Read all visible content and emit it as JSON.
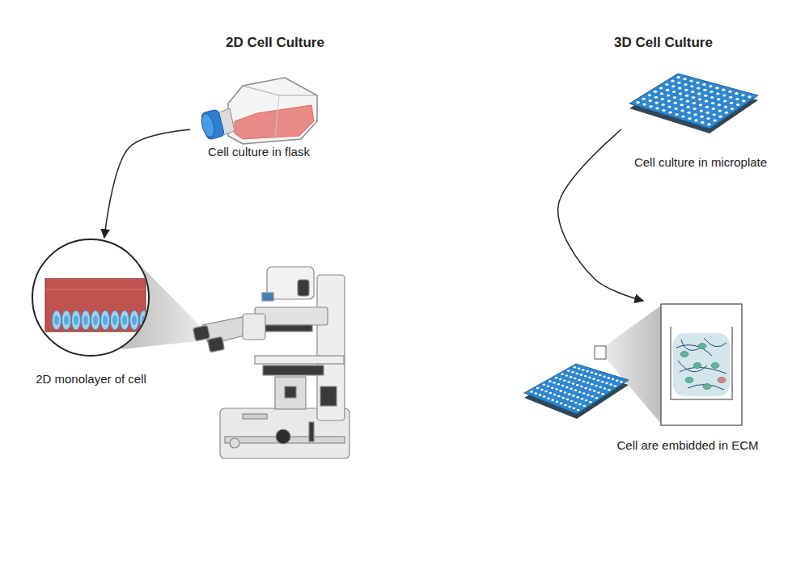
{
  "diagram": {
    "nodes": [
      {
        "text": [
          "Cell culture in flask"
        ]
      },
      {
        "text": [
          "2D monolayer of cell"
        ]
      },
      {
        "text": [
          "Cell culture in microplate"
        ]
      },
      {
        "text": [
          "Cell are embidded in ECM"
        ]
      }
    ],
    "edges": [
      {
        "from": 0,
        "to": 1,
        "arrow": "to"
      },
      {
        "from": 2,
        "to": 3,
        "arrow": "to"
      }
    ],
    "labels": [
      "2D Cell Culture",
      "3D Cell Culture"
    ]
  }
}
